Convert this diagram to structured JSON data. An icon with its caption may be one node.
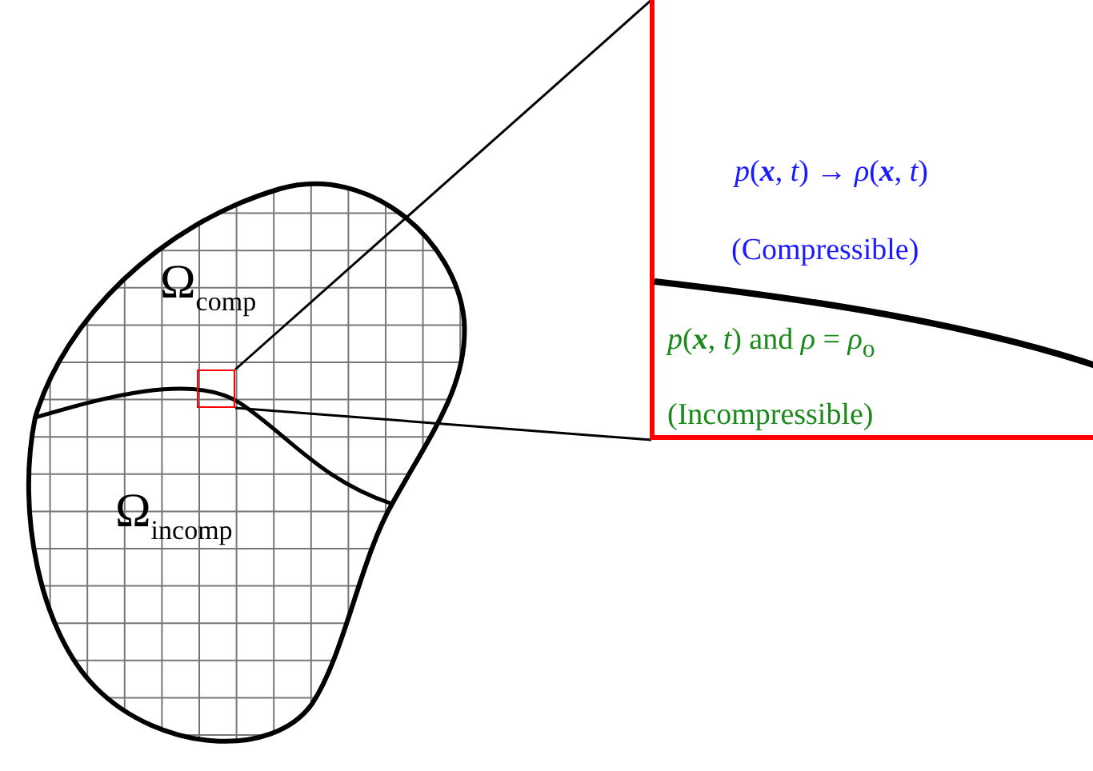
{
  "diagram": {
    "nodes": [
      {
        "text": [],
        "shape": "box"
      },
      {
        "text": [
          "*p*(**x**, *t*) → *ρ*(**x**, *t*)",
          "(Compressible)",
          "*p*(**x**, *t*) and *ρ* = *ρ*$_{o}$",
          "(Incompressible)"
        ]
      }
    ],
    "edges": [
      {
        "from": 0,
        "to": 1,
        "arrow": "none"
      },
      {
        "from": 0,
        "to": 1,
        "arrow": "none"
      }
    ],
    "labels": [
      "Ω$_{comp}$",
      "Ω$_{incomp}$"
    ]
  }
}
